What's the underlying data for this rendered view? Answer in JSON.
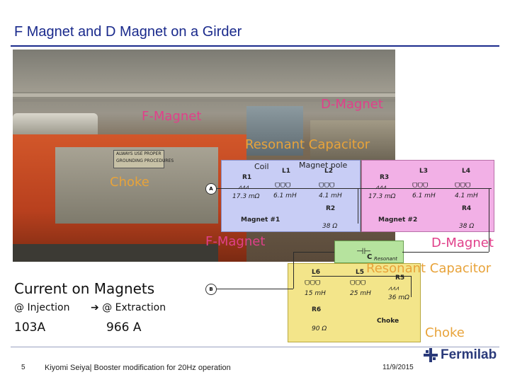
{
  "slide": {
    "title": "F Magnet and D Magnet on a Girder"
  },
  "photo_labels": {
    "f_magnet": "F-Magnet",
    "d_magnet": "D-Magnet",
    "resonant_capacitor": "Resonant Capacitor",
    "choke": "Choke",
    "coil": "Coil",
    "magnet_pole": "Magnet pole",
    "sign_line1": "ALWAYS USE PROPER",
    "sign_line2": "GROUNDING PROCEDURES"
  },
  "circuit": {
    "node_a": "A",
    "node_b": "B",
    "magnet1": {
      "r1_label": "R1",
      "r1_value": "17.3 mΩ",
      "l1_label": "L1",
      "l1_value": "6.1 mH",
      "l2_label": "L2",
      "l2_value": "4.1 mH",
      "r2_label": "R2",
      "r2_value": "38 Ω",
      "name": "Magnet #1"
    },
    "magnet2": {
      "r3_label": "R3",
      "r3_value": "17.3 mΩ",
      "l3_label": "L3",
      "l3_value": "6.1 mH",
      "l4_label": "L4",
      "l4_value": "4.1 mH",
      "r4_label": "R4",
      "r4_value": "38 Ω",
      "name": "Magnet #2"
    },
    "capacitor_label": "C",
    "capacitor_sub": "Resonant",
    "choke": {
      "l6_label": "L6",
      "l6_value": "15 mH",
      "l5_label": "L5",
      "l5_value": "25 mH",
      "r5_label": "R5",
      "r5_value": "36 mΩ",
      "r6_label": "R6",
      "r6_value": "90 Ω",
      "name": "Choke"
    },
    "f_magnet_label": "F-Magnet",
    "d_magnet_label": "D-Magnet",
    "resonant_capacitor_label": "Resonant Capacitor",
    "choke_label": "Choke"
  },
  "current": {
    "title": "Current on Magnets",
    "injection_label": "@ Injection",
    "extraction_label": "@ Extraction",
    "injection_value": "103A",
    "extraction_value": "966 A"
  },
  "footer": {
    "page_number": "5",
    "author_line": "Kiyomi Seiya| Booster modification for 20Hz operation",
    "date": "11/9/2015",
    "logo_text": "Fermilab"
  },
  "colors": {
    "title_blue": "#1a2a8c",
    "label_orange": "#e8a33a",
    "label_pink": "#e0408a",
    "box_blue": "#c8cdf5",
    "box_pink": "#f2b0e6",
    "box_green": "#b6e39e",
    "box_yellow": "#f3e58a"
  }
}
